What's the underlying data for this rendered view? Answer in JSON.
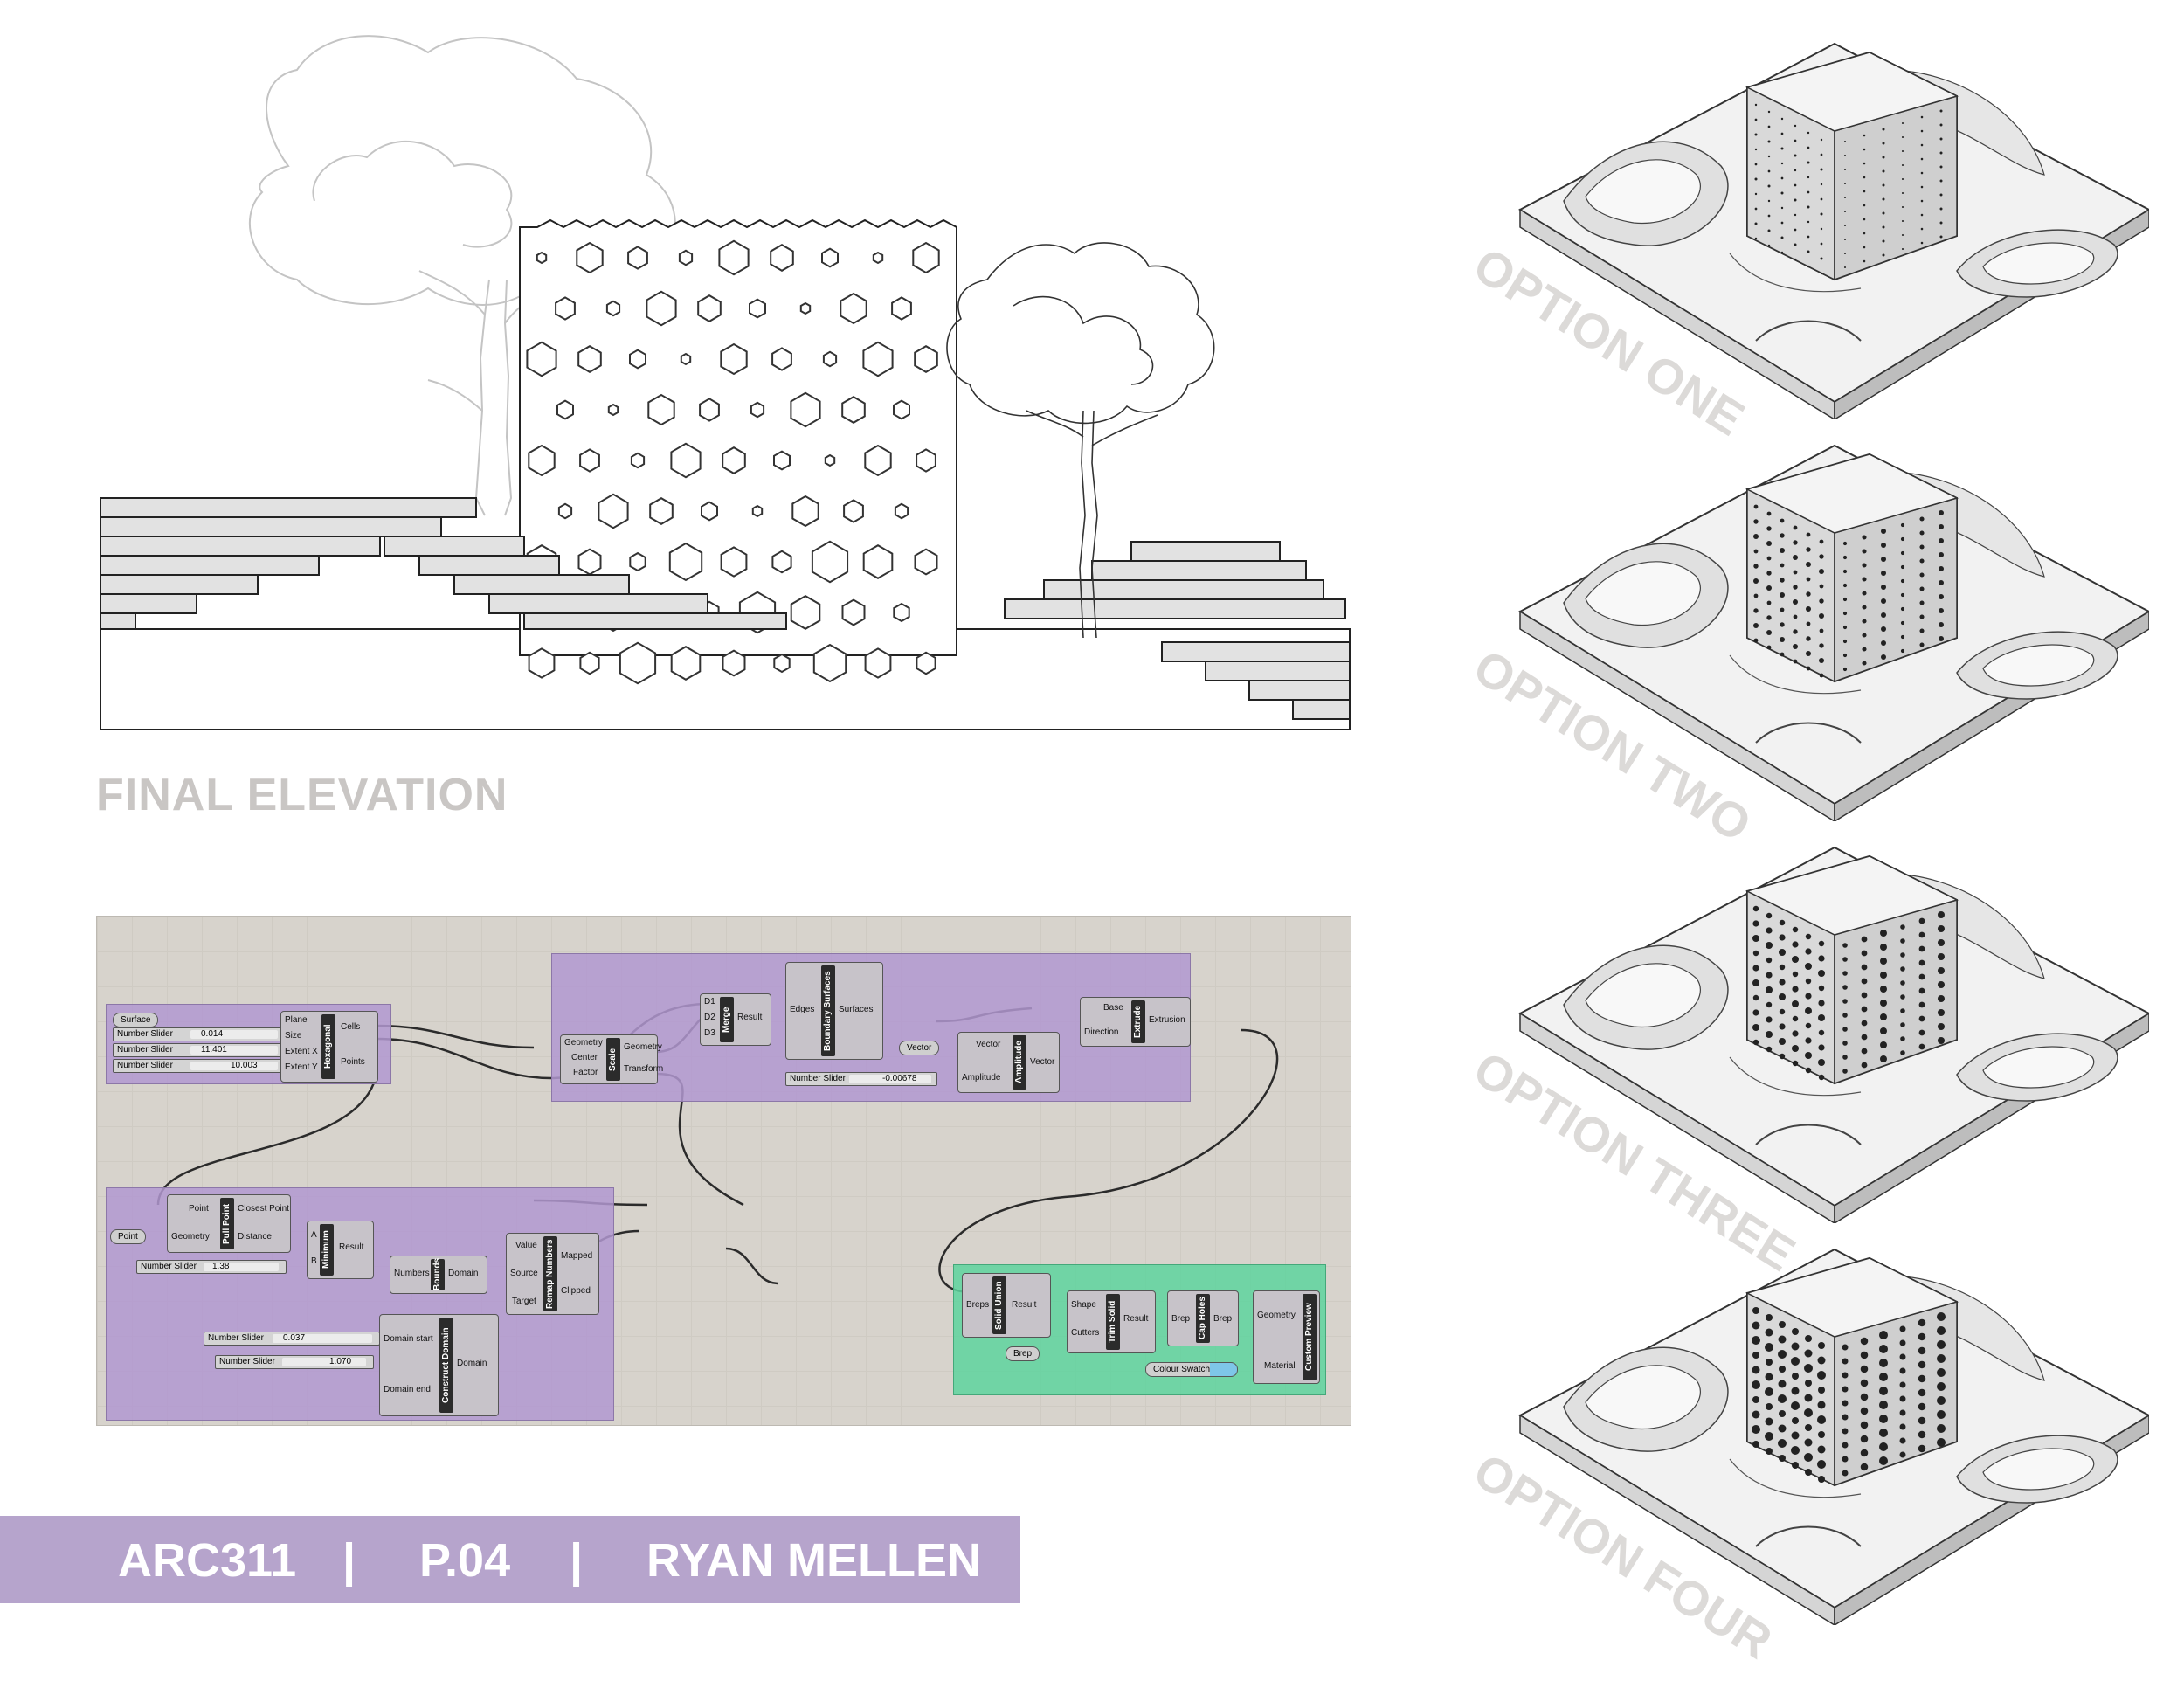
{
  "elevation": {
    "title": "FINAL ELEVATION"
  },
  "footer": {
    "course": "ARC311",
    "sep1": "|",
    "page": "P.04",
    "sep2": "|",
    "author": "RYAN MELLEN"
  },
  "options": [
    {
      "label": "OPTION ONE"
    },
    {
      "label": "OPTION TWO"
    },
    {
      "label": "OPTION THREE"
    },
    {
      "label": "OPTION FOUR"
    }
  ],
  "grasshopper": {
    "params": {
      "surface": "Surface",
      "point": "Point",
      "vector": "Vector",
      "brep": "Brep",
      "colour_swatch": "Colour Swatch"
    },
    "sliders": [
      {
        "label": "Number Slider",
        "value": "0.014"
      },
      {
        "label": "Number Slider",
        "value": "11.401"
      },
      {
        "label": "Number Slider",
        "value": "10.003"
      },
      {
        "label": "Number Slider",
        "value": "-0.00678"
      },
      {
        "label": "Number Slider",
        "value": "1.38"
      },
      {
        "label": "Number Slider",
        "value": "0.037"
      },
      {
        "label": "Number Slider",
        "value": "1.070"
      }
    ],
    "components": {
      "hexagonal": {
        "name": "Hexagonal",
        "in": [
          "Plane",
          "Size",
          "Extent X",
          "Extent Y"
        ],
        "out": [
          "Cells",
          "Points"
        ]
      },
      "scale": {
        "name": "Scale",
        "in": [
          "Geometry",
          "Center",
          "Factor"
        ],
        "out": [
          "Geometry",
          "Transform"
        ]
      },
      "merge": {
        "name": "Merge",
        "in": [
          "D1",
          "D2",
          "D3"
        ],
        "out": [
          "Result"
        ]
      },
      "boundary": {
        "name": "Boundary Surfaces",
        "in": [
          "Edges"
        ],
        "out": [
          "Surfaces"
        ]
      },
      "amplitude": {
        "name": "Amplitude",
        "in": [
          "Vector",
          "Amplitude"
        ],
        "out": [
          "Vector"
        ]
      },
      "extrude": {
        "name": "Extrude",
        "in": [
          "Base",
          "Direction"
        ],
        "out": [
          "Extrusion"
        ]
      },
      "pullpoint": {
        "name": "Pull Point",
        "in": [
          "Point",
          "Geometry"
        ],
        "out": [
          "Closest Point",
          "Distance"
        ]
      },
      "minimum": {
        "name": "Minimum",
        "in": [
          "A",
          "B"
        ],
        "out": [
          "Result"
        ]
      },
      "bounds": {
        "name": "Bounds",
        "in": [
          "Numbers"
        ],
        "out": [
          "Domain"
        ]
      },
      "remap": {
        "name": "Remap Numbers",
        "in": [
          "Value",
          "Source",
          "Target"
        ],
        "out": [
          "Mapped",
          "Clipped"
        ]
      },
      "domain": {
        "name": "Construct Domain",
        "in": [
          "Domain start",
          "Domain end"
        ],
        "out": [
          "Domain"
        ]
      },
      "solidunion": {
        "name": "Solid Union",
        "in": [
          "Breps"
        ],
        "out": [
          "Result"
        ]
      },
      "trimsolid": {
        "name": "Trim Solid",
        "in": [
          "Shape",
          "Cutters"
        ],
        "out": [
          "Result"
        ]
      },
      "capholes": {
        "name": "Cap Holes",
        "in": [
          "Brep"
        ],
        "out": [
          "Brep"
        ]
      },
      "preview": {
        "name": "Custom Preview",
        "in": [
          "Geometry",
          "Material"
        ],
        "out": []
      }
    }
  },
  "colors": {
    "footer": "#b6a4cc",
    "group_purple": "#b298d0",
    "group_green": "#5ed39e",
    "canvas": "#d7d3cc"
  }
}
